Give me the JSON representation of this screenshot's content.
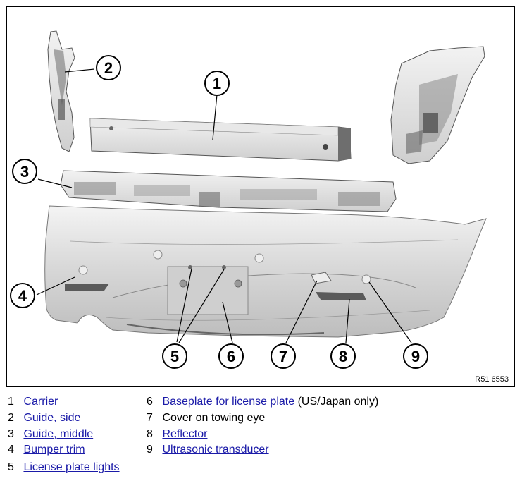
{
  "figure": {
    "id": "R51 6553"
  },
  "callouts": [
    "1",
    "2",
    "3",
    "4",
    "5",
    "6",
    "7",
    "8",
    "9"
  ],
  "legend": [
    {
      "number": "1",
      "label": "Carrier",
      "link": true,
      "suffix": ""
    },
    {
      "number": "2",
      "label": "Guide, side",
      "link": true,
      "suffix": ""
    },
    {
      "number": "3",
      "label": "Guide, middle",
      "link": true,
      "suffix": ""
    },
    {
      "number": "4",
      "label": "Bumper trim",
      "link": true,
      "suffix": ""
    },
    {
      "number": "5",
      "label": "License plate lights",
      "link": true,
      "suffix": ""
    },
    {
      "number": "6",
      "label": "Baseplate for license plate",
      "link": true,
      "suffix": " (US/Japan only)"
    },
    {
      "number": "7",
      "label": "Cover on towing eye",
      "link": false,
      "suffix": ""
    },
    {
      "number": "8",
      "label": "Reflector",
      "link": true,
      "suffix": ""
    },
    {
      "number": "9",
      "label": "Ultrasonic transducer",
      "link": true,
      "suffix": ""
    }
  ]
}
